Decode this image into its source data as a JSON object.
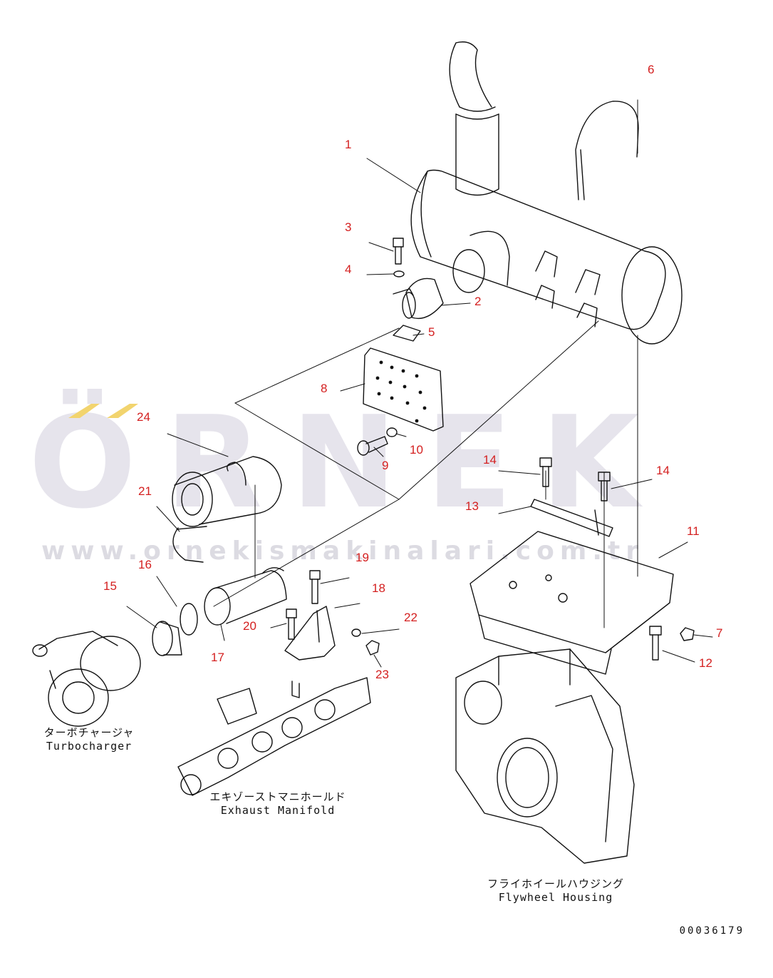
{
  "watermark": {
    "brand": "ÖRNEK",
    "site": "www.ornekismakinalari.com.tr",
    "accent_color": "#f2d46e"
  },
  "callouts": [
    "1",
    "2",
    "3",
    "4",
    "5",
    "6",
    "7",
    "8",
    "9",
    "10",
    "11",
    "12",
    "13",
    "14",
    "14",
    "15",
    "16",
    "17",
    "18",
    "19",
    "20",
    "21",
    "22",
    "23",
    "24"
  ],
  "captions": {
    "turbocharger": {
      "jp": "ターボチャージャ",
      "en": "Turbocharger"
    },
    "manifold": {
      "jp": "エキゾーストマニホールド",
      "en": "Exhaust Manifold"
    },
    "flywheel": {
      "jp": "フライホイールハウジング",
      "en": "Flywheel Housing"
    }
  },
  "document_number": "00036179",
  "colors": {
    "callout": "#d42020",
    "line": "#111111"
  }
}
